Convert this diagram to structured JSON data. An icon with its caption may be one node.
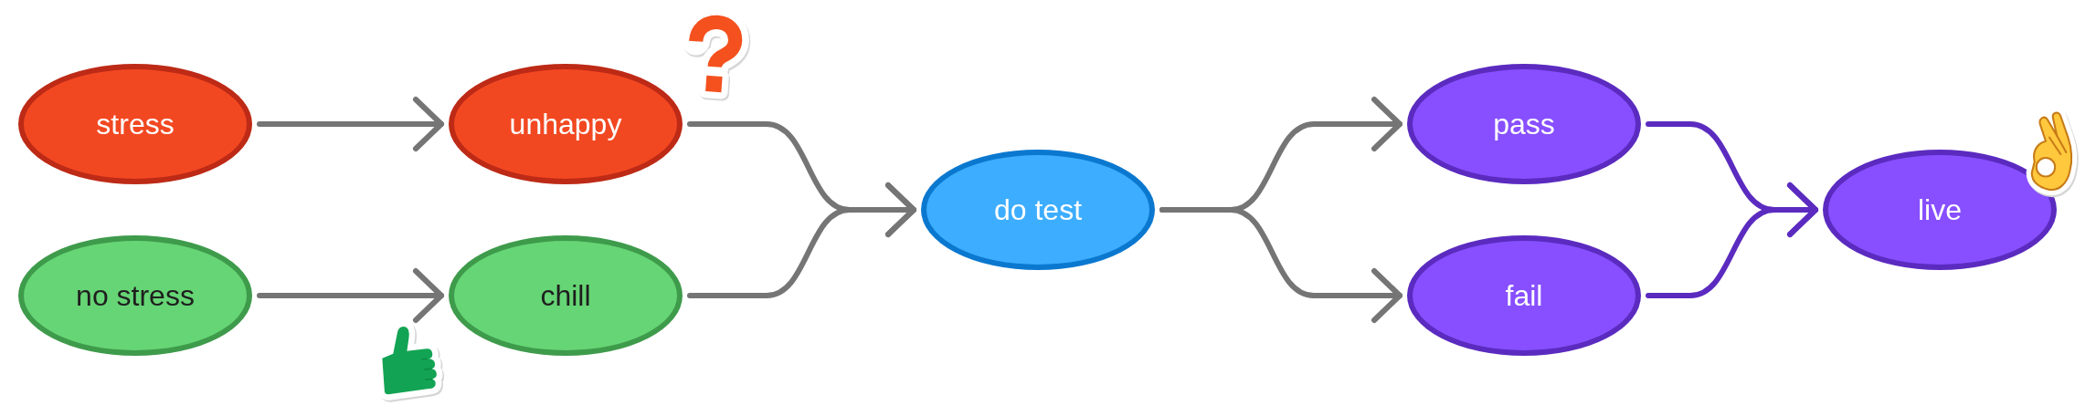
{
  "diagram": {
    "nodes": [
      {
        "text": [
          "stress"
        ]
      },
      {
        "text": [
          "no stress"
        ]
      },
      {
        "text": [
          "unhappy"
        ]
      },
      {
        "text": [
          "chill"
        ]
      },
      {
        "text": [
          "do test"
        ]
      },
      {
        "text": [
          "pass"
        ]
      },
      {
        "text": [
          "fail"
        ]
      },
      {
        "text": [
          "live"
        ]
      }
    ],
    "edges": [
      {
        "from": 0,
        "to": 2,
        "arrow": "to"
      },
      {
        "from": 1,
        "to": 3,
        "arrow": "to"
      },
      {
        "from": 2,
        "to": 4,
        "arrow": "to"
      },
      {
        "from": 3,
        "to": 4,
        "arrow": "to"
      },
      {
        "from": 4,
        "to": 5,
        "arrow": "to"
      },
      {
        "from": 4,
        "to": 6,
        "arrow": "to"
      },
      {
        "from": 5,
        "to": 7,
        "arrow": "to",
        "color": "#5b2bc0"
      },
      {
        "from": 6,
        "to": 7,
        "arrow": "to",
        "color": "#5b2bc0"
      }
    ]
  }
}
